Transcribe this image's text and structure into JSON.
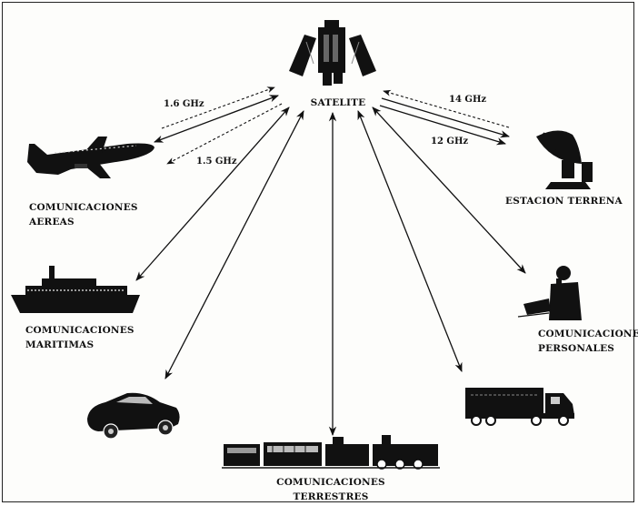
{
  "nodes": {
    "satellite": {
      "label": "SATELITE"
    },
    "aircraft": {
      "label_line1": "COMUNICACIONES",
      "label_line2": "AEREAS"
    },
    "earth_station": {
      "label": "ESTACION TERRENA"
    },
    "ship": {
      "label_line1": "COMUNICACIONES",
      "label_line2": "MARITIMAS"
    },
    "personal": {
      "label_line1": "COMUNICACIONES",
      "label_line2": "PERSONALES"
    },
    "land": {
      "label_line1": "COMUNICACIONES",
      "label_line2": "TERRESTRES"
    }
  },
  "links": {
    "aircraft_uplink": "1.6 GHz",
    "aircraft_downlink": "1.5 GHz",
    "earth_uplink": "14 GHz",
    "earth_downlink": "12 GHz"
  },
  "icons": [
    "satellite-icon",
    "airplane-icon",
    "satellite-dish-icon",
    "ship-icon",
    "person-phone-icon",
    "car-icon",
    "train-icon",
    "truck-icon"
  ]
}
